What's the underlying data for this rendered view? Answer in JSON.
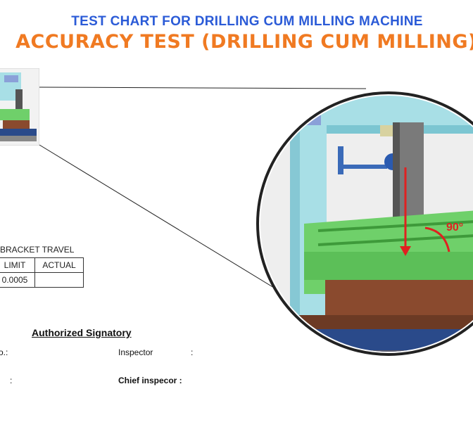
{
  "header": {
    "title": "TEST CHART FOR DRILLING CUM MILLING MACHINE",
    "subtitle": "ACCURACY TEST (DRILLING CUM MILLING)"
  },
  "test_table": {
    "caption": "BRACKET TRAVEL",
    "columns": [
      "LIMIT",
      "ACTUAL"
    ],
    "rows": [
      [
        "0.0005",
        ""
      ]
    ]
  },
  "diagram": {
    "angle_label": "90°"
  },
  "signature": {
    "heading": "Authorized Signatory",
    "fields": {
      "no_label": "o.:",
      "inspector_label": "Inspector",
      "inspector_colon": ":",
      "left_colon": ":",
      "chief_label": "Chief inspecor :"
    }
  },
  "colors": {
    "title_blue": "#2b5bd7",
    "title_orange": "#f07a22",
    "table_green": "#6fd06a",
    "column_cyan": "#a8dfe6",
    "base_brown": "#8a4a2e",
    "indicator_red": "#e02020"
  }
}
